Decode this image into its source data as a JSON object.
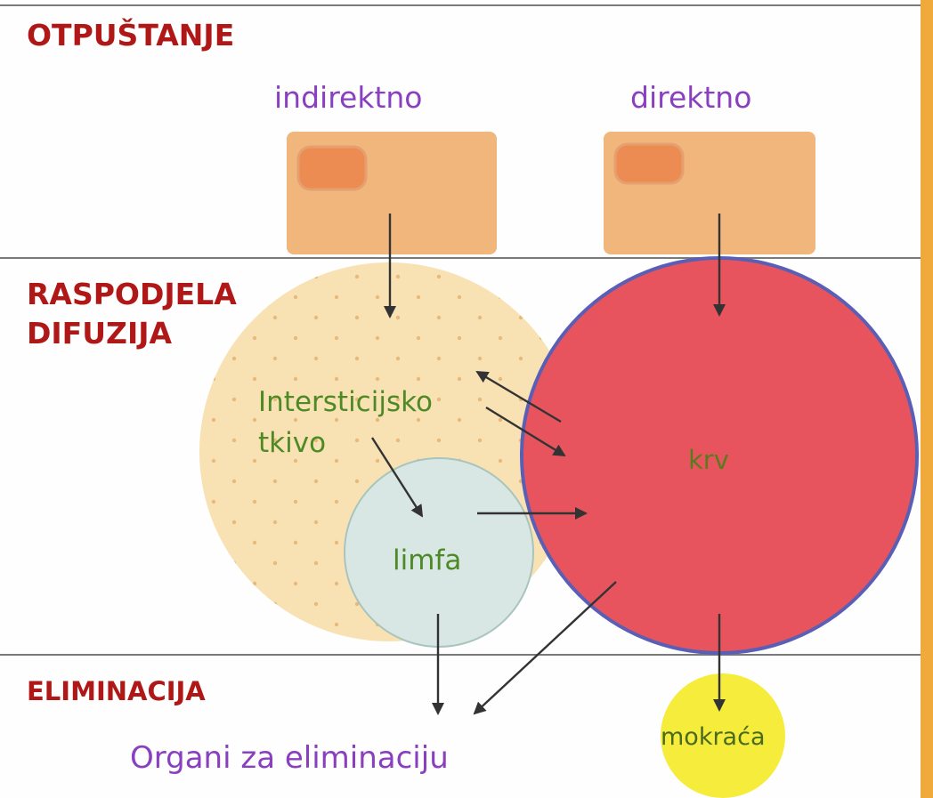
{
  "sections": {
    "release": "OTPUŠTANJE",
    "distribution_line1": "RASPODJELA",
    "distribution_line2": "DIFUZIJA",
    "elimination": "ELIMINACIJA"
  },
  "routes": {
    "indirect": "indirektno",
    "direct": "direktno"
  },
  "compartments": {
    "interstitial_line1": "Intersticijsko",
    "interstitial_line2": "tkivo",
    "lymph": "limfa",
    "blood": "krv",
    "urine": "mokraća"
  },
  "elimination_target": "Organi za eliminaciju",
  "colors": {
    "section_label": "#b01818",
    "route_label": "#8a3fc0",
    "compartment_label": "#4d8a25",
    "interstitial_fill": "#f8e2b4",
    "cell_fill": "#f1b67c",
    "nucleus_fill": "#ec8b52",
    "lymph_fill": "#d8e7e3",
    "blood_fill": "#e8545e",
    "blood_stroke": "#5a5fb5",
    "urine_fill": "#f6ec3c",
    "line": "#7a7a7a",
    "arrow": "#333333",
    "accent_strip": "#f0a93b"
  }
}
